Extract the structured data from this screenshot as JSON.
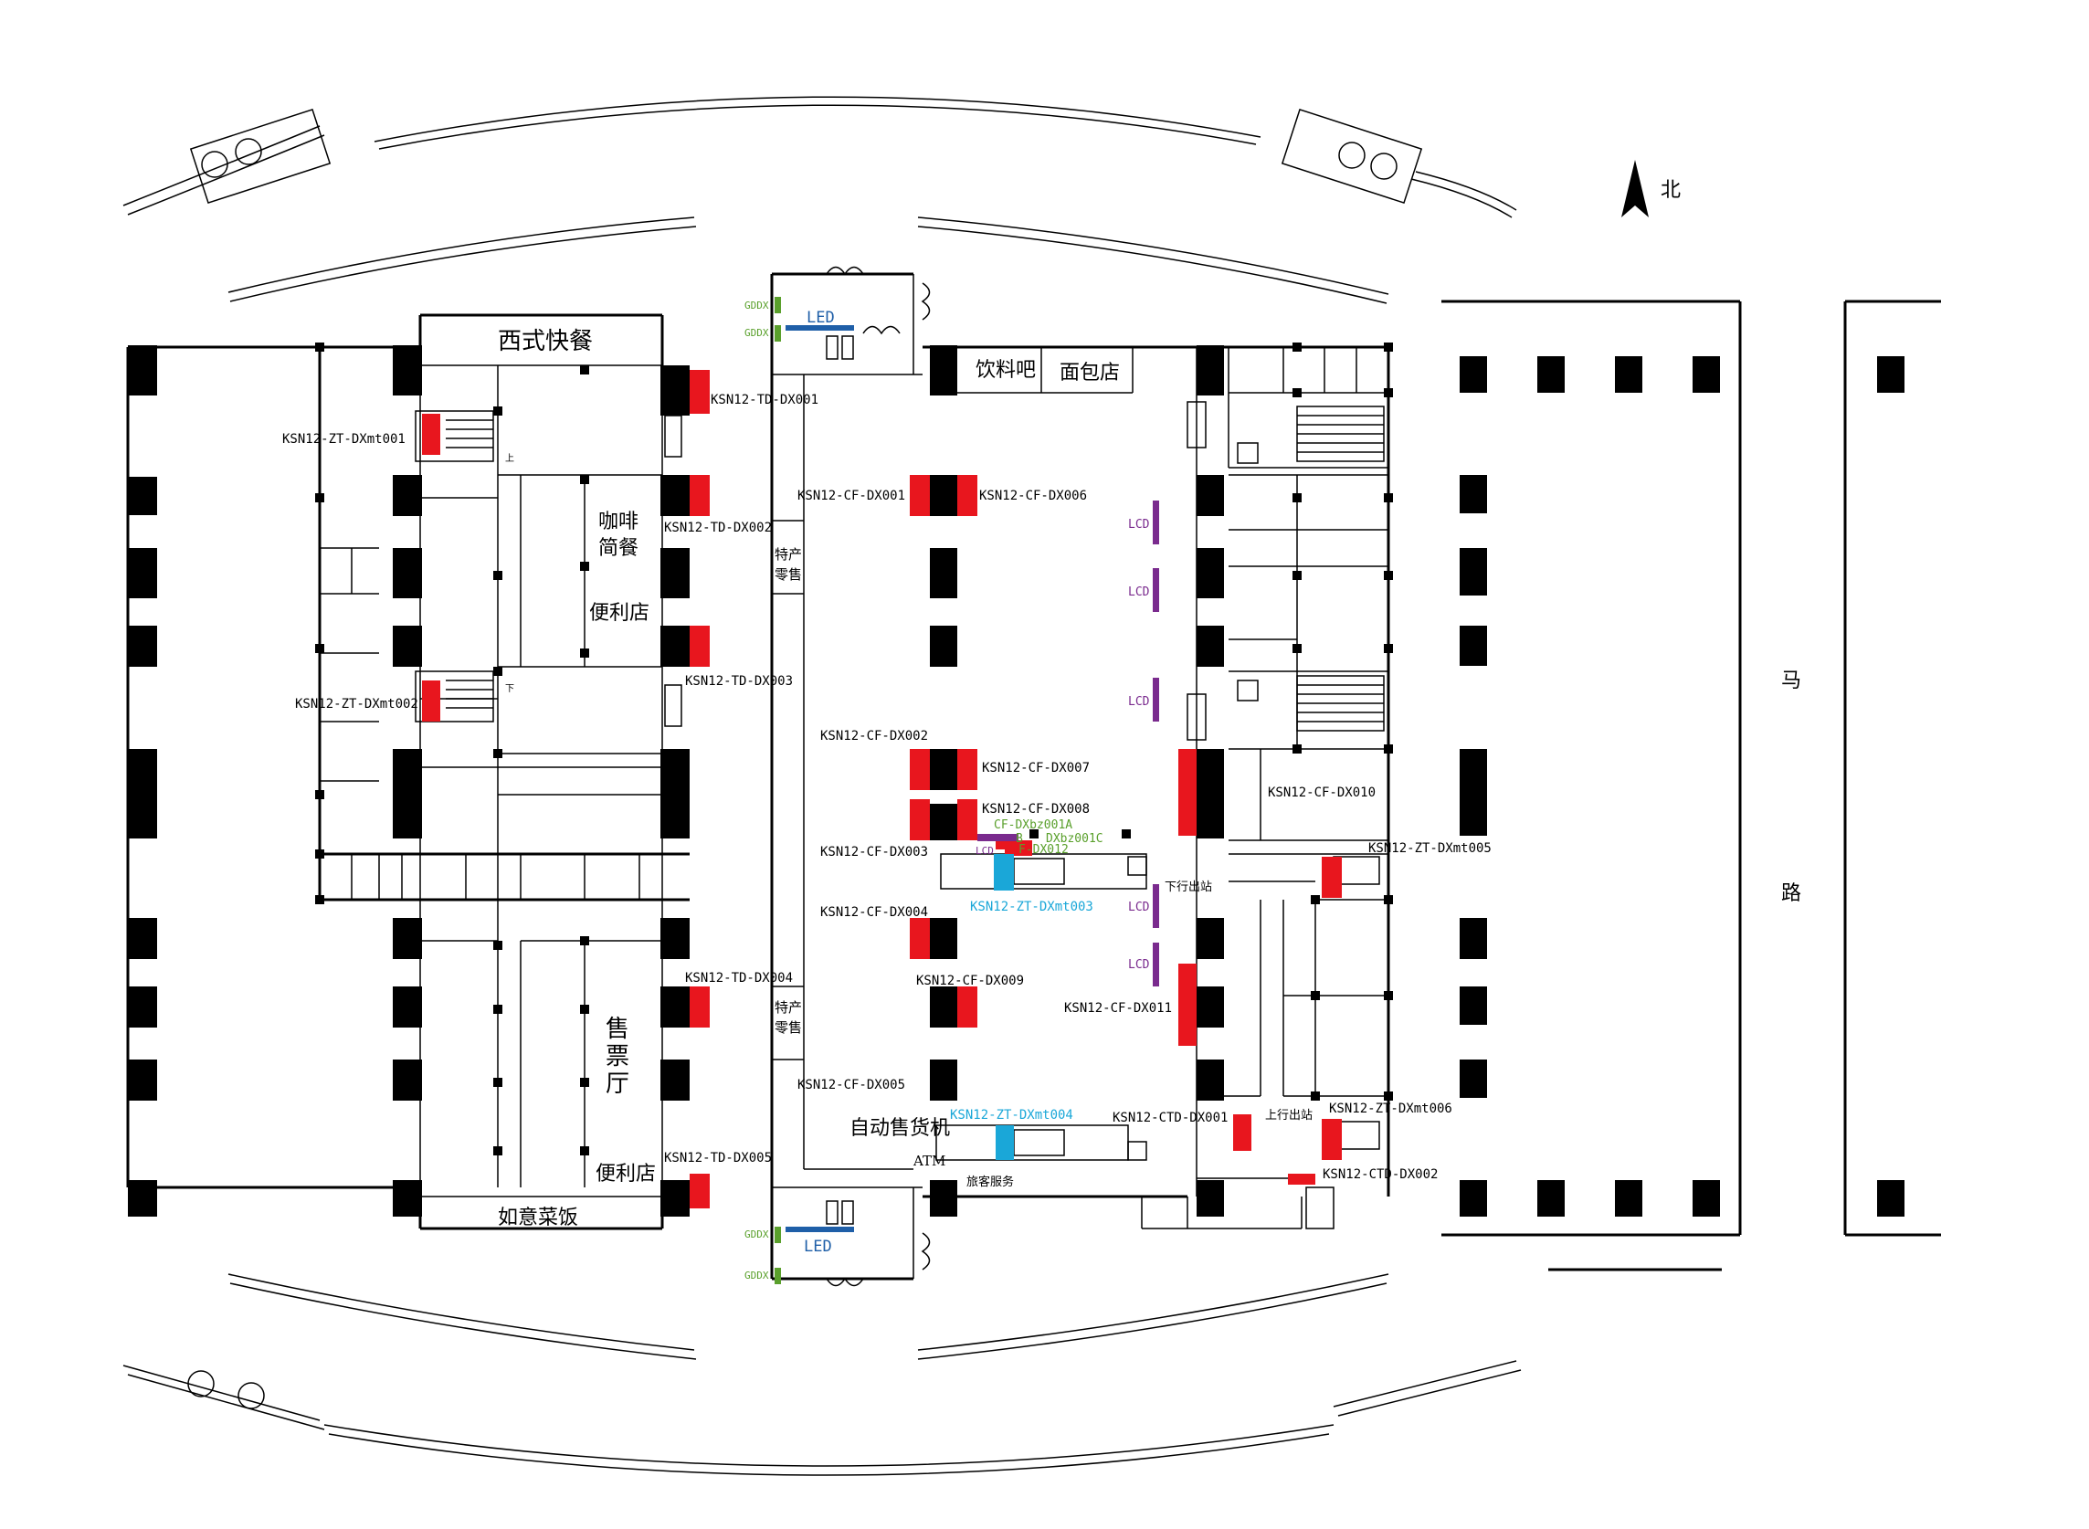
{
  "compass": {
    "north": "北"
  },
  "road": {
    "char1": "马",
    "char2": "路"
  },
  "rooms": {
    "western_fast_food": "西式快餐",
    "coffee_1": "咖啡",
    "coffee_2": "简餐",
    "convenience_top": "便利店",
    "convenience_bottom": "便利店",
    "ruyi": "如意菜饭",
    "ticket_1": "售",
    "ticket_2": "票",
    "ticket_3": "厅",
    "drinks": "饮料吧",
    "bakery": "面包店",
    "specialty_top_1": "特产",
    "specialty_top_2": "零售",
    "specialty_bottom_1": "特产",
    "specialty_bottom_2": "零售",
    "vending": "自动售货机",
    "atm": "ATM",
    "passenger_service": "旅客服务",
    "down_exit": "下行出站",
    "up_exit": "上行出站",
    "up": "上",
    "down": "下"
  },
  "ads": {
    "zt001": "KSN12-ZT-DXmt001",
    "zt002": "KSN12-ZT-DXmt002",
    "zt003": "KSN12-ZT-DXmt003",
    "zt004": "KSN12-ZT-DXmt004",
    "zt005": "KSN12-ZT-DXmt005",
    "zt006": "KSN12-ZT-DXmt006",
    "td001": "KSN12-TD-DX001",
    "td002": "KSN12-TD-DX002",
    "td003": "KSN12-TD-DX003",
    "td004": "KSN12-TD-DX004",
    "td005": "KSN12-TD-DX005",
    "cf001": "KSN12-CF-DX001",
    "cf002": "KSN12-CF-DX002",
    "cf003": "KSN12-CF-DX003",
    "cf004": "KSN12-CF-DX004",
    "cf005": "KSN12-CF-DX005",
    "cf006": "KSN12-CF-DX006",
    "cf007": "KSN12-CF-DX007",
    "cf008": "KSN12-CF-DX008",
    "cf009": "KSN12-CF-DX009",
    "cf010": "KSN12-CF-DX010",
    "cf011": "KSN12-CF-DX011",
    "ctd001": "KSN12-CTD-DX001",
    "ctd002": "KSN12-CTD-DX002",
    "bz001a": "CF-DXbz001A",
    "bz001c": "DXbz001C",
    "dx012": "F-DX012",
    "bz_b": "B"
  },
  "screens": {
    "led_top": "LED",
    "led_bottom": "LED",
    "gddx": "GDDX",
    "lcd": "LCD"
  },
  "colors": {
    "ad_red": "#e8161e",
    "column_black": "#000000",
    "lcd_purple": "#7a2b8e",
    "led_blue": "#1f5fa8",
    "gddx_green": "#5aa02c",
    "zt_cyan": "#1aa7d8"
  }
}
